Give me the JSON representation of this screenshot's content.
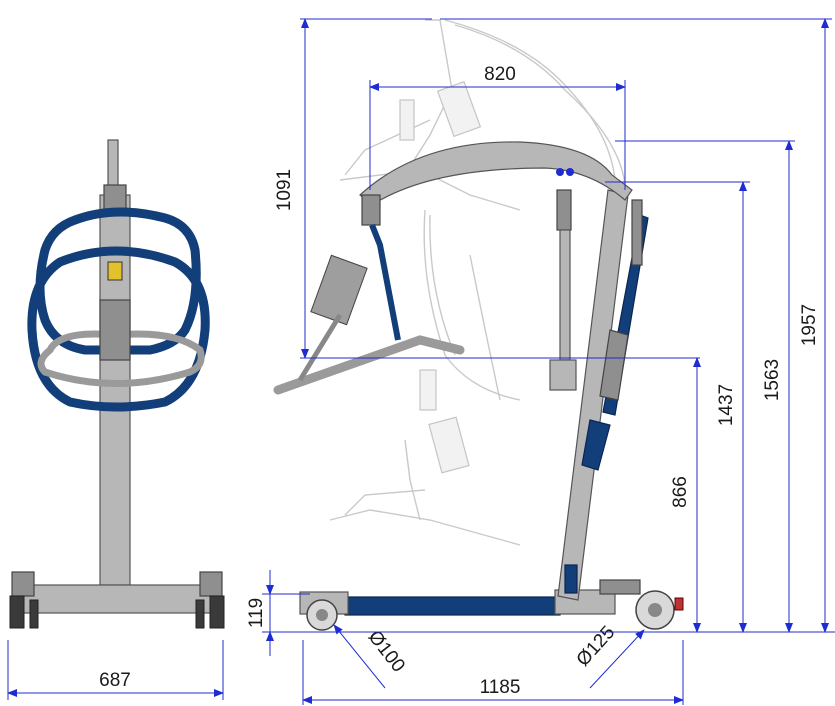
{
  "dimensions": {
    "front_width": "687",
    "total_length": "1185",
    "base_height": "119",
    "front_wheel_diameter": "Ø100",
    "rear_wheel_diameter": "Ø125",
    "min_lift_height": "866",
    "lift_range": "1091",
    "boom_reach": "820",
    "lift_height_mid": "1437",
    "boom_height": "1563",
    "max_height": "1957"
  },
  "colors": {
    "dimension_line": "#1f2cd1",
    "frame_navy": "#123e7a",
    "frame_steel": "#b7b7b7",
    "ghost_outline": "#c9c9c9"
  }
}
